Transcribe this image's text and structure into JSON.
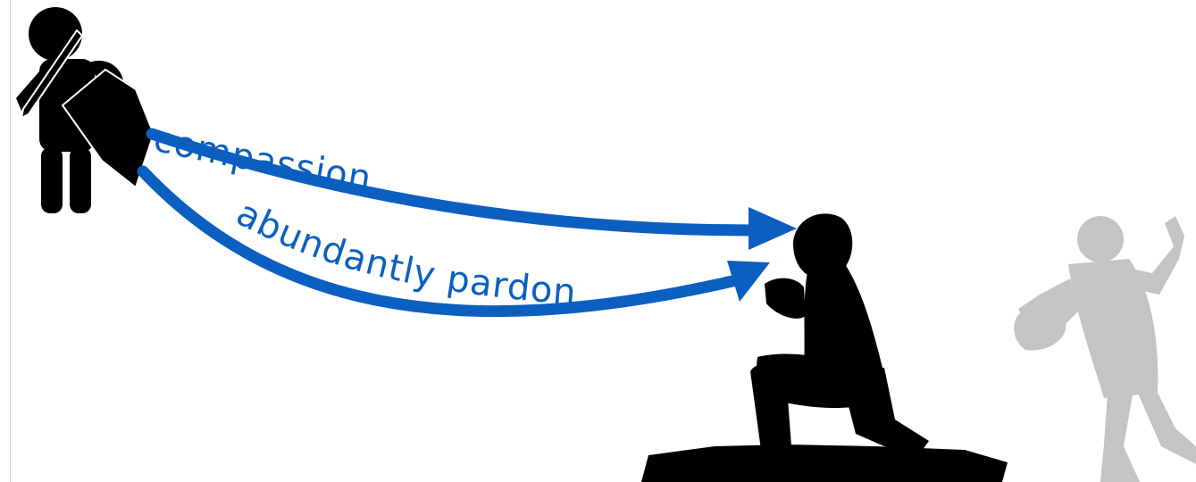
{
  "scene": {
    "arrows": [
      {
        "label": "compassion"
      },
      {
        "label": "abundantly pardon"
      }
    ],
    "figures": [
      {
        "name": "armored-warrior",
        "fill": "#000000"
      },
      {
        "name": "kneeling-person",
        "fill": "#000000"
      },
      {
        "name": "fleeing-figure",
        "fill": "#c4c4c4"
      }
    ],
    "colors": {
      "arrow": "#0a5fc0",
      "label": "#0a5fc0",
      "silhouette": "#000000",
      "ghost": "#c4c4c4",
      "background": "#ffffff"
    }
  }
}
